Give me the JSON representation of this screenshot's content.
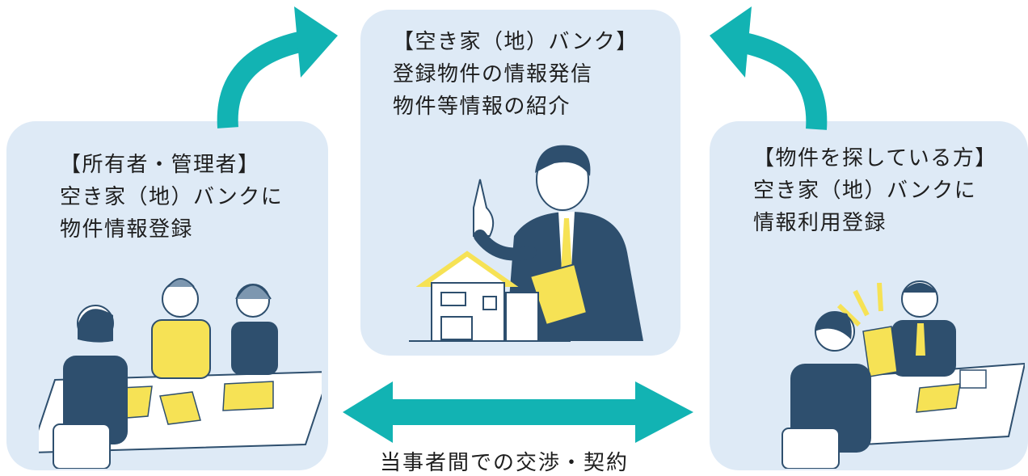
{
  "panels": {
    "owner": {
      "lines": [
        "【所有者・管理者】",
        "空き家（地）バンクに",
        "物件情報登録"
      ]
    },
    "bank": {
      "lines": [
        "【空き家（地）バンク】",
        "登録物件の情報発信",
        "物件等情報の紹介"
      ]
    },
    "seeker": {
      "lines": [
        "【物件を探している方】",
        "空き家（地）バンクに",
        "情報利用登録"
      ]
    }
  },
  "negotiation": {
    "label": "当事者間での交渉・契約"
  },
  "colors": {
    "panel_bg": "#deeaf6",
    "arrow": "#12b3b3",
    "suit": "#2e4f6e",
    "accent_yellow": "#f6e255"
  },
  "icons": [
    "curved-up-arrow-icon",
    "double-headed-arrow-icon"
  ]
}
